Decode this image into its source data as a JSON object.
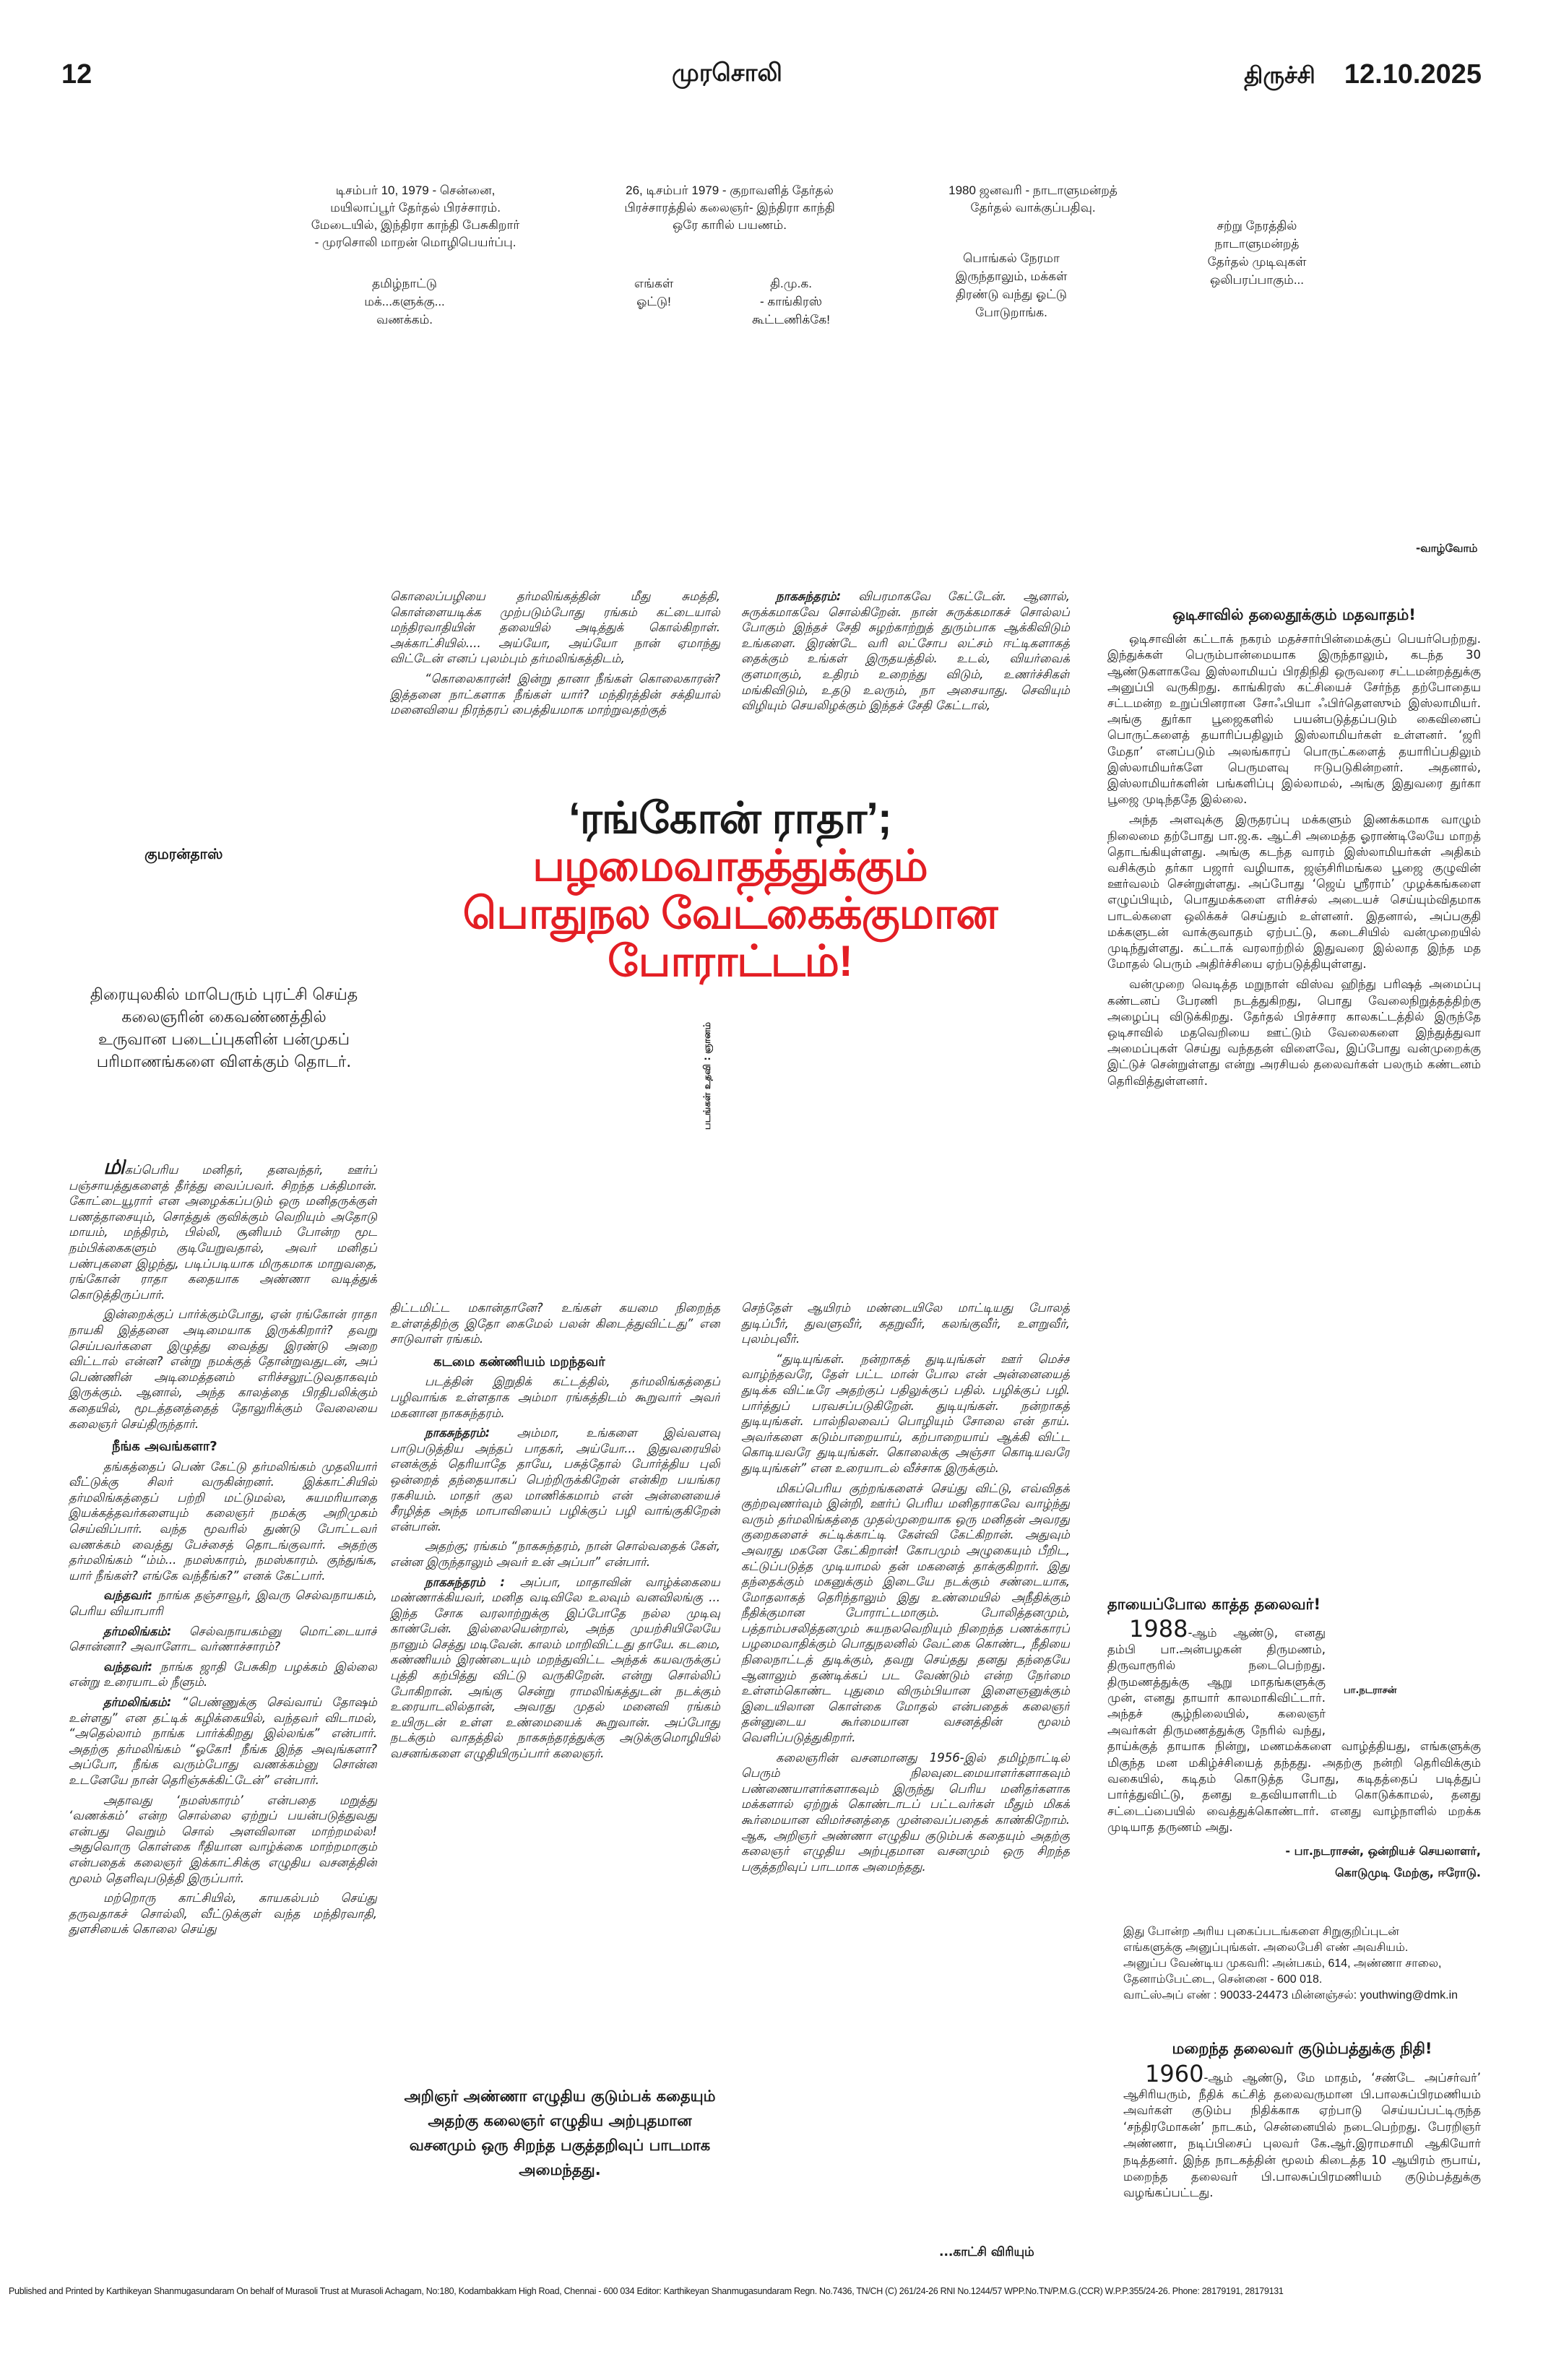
{
  "header": {
    "page_number": "12",
    "masthead": "முரசொலி",
    "edition": "திருச்சி",
    "date": "12.10.2025"
  },
  "photo_captions": [
    "டிசம்பர் 10, 1979 - சென்னை,\nமயிலாப்பூர் தேர்தல் பிரச்சாரம்.\nமேடையில், இந்திரா காந்தி பேசுகிறார்\n- முரசொலி மாறன் மொழிபெயர்ப்பு.",
    "26, டிசம்பர் 1979 - குறாவளித் தேர்தல்\nபிரச்சாரத்தில் கலைஞர்- இந்திரா காந்தி\nஒரே காரில் பயணம்.",
    "1980 ஜனவரி - நாடாளுமன்றத்\nதேர்தல் வாக்குப்பதிவு."
  ],
  "speech_bubbles": [
    "தமிழ்நாட்டு\nமக்...களுக்கு...\nவணக்கம்.",
    "எங்கள்\nஓட்டு!",
    "தி.மு.க.\n- காங்கிரஸ்\nகூட்டணிக்கே!",
    "பொங்கல் நேரமா\nஇருந்தாலும், மக்கள்\nதிரண்டு வந்து ஓட்டு\nபோடுறாங்க.",
    "சற்று நேரத்தில்\nநாடாளுமன்றத்\nதேர்தல் முடிவுகள்\nஒலிபரப்பாகும்..."
  ],
  "series_tag": "-வாழ்வோம்",
  "article": {
    "headline_black": "‘ரங்கோன் ராதா’;",
    "headline_red_1": "பழமைவாதத்துக்கும்",
    "headline_red_2": "பொதுநல வேட்கைக்குமான போராட்டம்!",
    "byline": "குமரன்தாஸ்",
    "photo_credit": "படங்கள் உதவி : ஞானம்",
    "intro_lines": [
      "திரையுலகில் மாபெரும் புரட்சி செய்த",
      "கலைஞரின் கைவண்ணத்தில்",
      "உருவான படைப்புகளின் பன்முகப்",
      "பரிமாணங்களை விளக்கும் தொடர்."
    ],
    "dropcap": "மி",
    "col1": [
      {
        "text": "கப்பெரிய மனிதர், தனவந்தர், ஊர்ப் பஞ்சாயத்துகளைத் தீர்த்து வைப்பவர். சிறந்த பக்திமான். கோட்டையூரார் என அழைக்கப்படும் ஒரு மனிதருக்குள் பணத்தாசையும், சொத்துக் குவிக்கும் வெறியும் அதோடு மாயம், மந்திரம், பில்லி, சூனியம் போன்ற மூட நம்பிக்கைகளும் குடியேறுவதால், அவர் மனிதப் பண்புகளை இழந்து, படிப்படியாக மிருகமாக மாறுவதை, ரங்கோன் ராதா கதையாக அண்ணா வடித்துக் கொடுத்திருப்பார்."
      },
      {
        "text": "இன்றைக்குப் பார்க்கும்போது, ஏன் ரங்கோன் ராதா நாயகி இத்தனை அடிமையாக இருக்கிறார்? தவறு செய்பவர்களை இழுத்து வைத்து இரண்டு அறை விட்டால் என்ன? என்று நமக்குத் தோன்றுவதுடன், அப் பெண்ணின் அடிமைத்தனம் எரிச்சலூட்டுவதாகவும் இருக்கும். ஆனால், அந்த காலத்தை பிரதிபலிக்கும் கதையில், மூடத்தனத்தைத் தோலுரிக்கும் வேலையை கலைஞர் செய்திருந்தார்."
      },
      {
        "subhead": "நீங்க அவங்களா?"
      },
      {
        "text": "தங்கத்தைப் பெண் கேட்டு தர்மலிங்கம் முதலியார் வீட்டுக்கு சிலர் வருகின்றனர். இக்காட்சியில் தர்மலிங்கத்தைப் பற்றி மட்டுமல்ல, சுயமரியாதை இயக்கத்தவர்களையும் கலைஞர் நமக்கு அறிமுகம் செய்விப்பார். வந்த மூவரில் துண்டு போட்டவர் வணக்கம் வைத்து பேச்சைத் தொடங்குவார். அதற்கு தர்மலிங்கம் “ம்ம்... நமஸ்காரம், நமஸ்காரம். குந்துங்க, யார் நீங்கள்? எங்கே வந்தீங்க?” எனக் கேட்பார்."
      },
      {
        "speaker": "வந்தவர்: ",
        "text": "நாங்க தஞ்சாவூர், இவரு செல்வநாயகம், பெரிய வியாபாரி"
      },
      {
        "speaker": "தர்மலிங்கம்: ",
        "text": "செல்வநாயகம்னு மொட்டையாச் சொன்னா? அவாளோட வர்ணாச்சாரம்?"
      },
      {
        "speaker": "வந்தவர்: ",
        "text": "நாங்க ஜாதி பேசுகிற பழக்கம் இல்லை என்று உரையாடல் நீளும்."
      },
      {
        "speaker": "தர்மலிங்கம்: ",
        "text": "“பெண்ணுக்கு செவ்வாய் தோஷம் உள்ளது” என தட்டிக் கழிக்கையில், வந்தவர் விடாமல், “அதெல்லாம் நாங்க பார்க்கிறது இல்லங்க” என்பார். அதற்கு தர்மலிங்கம் “ஓகோ! நீங்க இந்த அவுங்களா? அப்போ, நீங்க வரும்போது வணக்கம்னு சொன்ன உடனேயே நான் தெரிஞ்சுக்கிட்டேன்” என்பார்."
      },
      {
        "text": "அதாவது ‘நமஸ்காரம்’ என்பதை மறுத்து ‘வணக்கம்’ என்ற சொல்லை ஏற்றுப் பயன்படுத்துவது என்பது வெறும் சொல் அளவிலான மாற்றமல்ல! அதுவொரு கொள்கை ரீதியான வாழ்க்கை மாற்றமாகும் என்பதைக் கலைஞர் இக்காட்சிக்கு எழுதிய வசனத்தின் மூலம் தெளிவுபடுத்தி இருப்பார்."
      },
      {
        "text": "மற்றொரு காட்சியில், காயகல்பம் செய்து தருவதாகச் சொல்லி, வீட்டுக்குள் வந்த மந்திரவாதி, துளசியைக் கொலை செய்து"
      }
    ],
    "col2_top": [
      {
        "text": "கொலைப்பழியை தர்மலிங்கத்தின் மீது சுமத்தி, கொள்ளையடிக்க முற்படும்போது ரங்கம் கட்டையால் மந்திரவாதியின் தலையில் அடித்துக் கொல்கிறாள். அக்காட்சியில்.... அய்யோ, அய்யோ நான் ஏமாந்து விட்டேன் எனப் புலம்பும் தர்மலிங்கத்திடம்,",
        "noindent": true
      },
      {
        "text": "“கொலைகாரன்! இன்று தானா நீங்கள் கொலைகாரன்? இத்தனை நாட்களாக நீங்கள் யார்? மந்திரத்தின் சக்தியால் மனைவியை நிரந்தரப் பைத்தியமாக மாற்றுவதற்குத்"
      }
    ],
    "col3_top": [
      {
        "speaker": "நாகசுந்தரம்: ",
        "text": "விபரமாகவே கேட்டேன். ஆனால், சுருக்கமாகவே சொல்கிறேன். நான் சுருக்கமாகச் சொல்லப் போகும் இந்தச் சேதி சுழற்காற்றுத் துரும்பாக ஆக்கிவிடும் உங்களை. இரண்டே வரி லட்சோப லட்சம் ஈட்டிகளாகத் தைக்கும் உங்கள் இருதயத்தில். உடல், வியர்வைக் குளமாகும், உதிரம் உறைந்து விடும், உணர்ச்சிகள் மங்கிவிடும், உதடு உலரும், நா அசையாது. செவியும் விழியும் செயலிழக்கும் இந்தச் சேதி கேட்டால்,"
      }
    ],
    "col2": [
      {
        "text": "திட்டமிட்ட மகான்தானே? உங்கள் கயமை நிறைந்த உள்ளத்திற்கு இதோ கைமேல் பலன் கிடைத்துவிட்டது” என சாடுவாள் ரங்கம்.",
        "noindent": true
      },
      {
        "subhead": "கடமை கண்ணியம் மறந்தவர்"
      },
      {
        "text": "படத்தின் இறுதிக் கட்டத்தில், தர்மலிங்கத்தைப் பழிவாங்க உள்ளதாக அம்மா ரங்கத்திடம் கூறுவார் அவர் மகனான நாகசுந்தரம்."
      },
      {
        "speaker": "நாகசுந்தரம்: ",
        "text": "அம்மா, உங்களை இவ்வளவு பாடுபடுத்திய அந்தப் பாதகர், அய்யோ... இதுவரையில் எனக்குத் தெரியாதே தாயே, பசுத்தோல் போர்த்திய புலி ஒன்றைத் தந்தையாகப் பெற்றிருக்கிறேன் என்கிற பயங்கர ரகசியம். மாதர் குல மாணிக்கமாம் என் அன்னையைச் சீரழித்த அந்த மாபாவியைப் பழிக்குப் பழி வாங்குகிறேன் என்பான்."
      },
      {
        "text": "அதற்கு; ரங்கம் “நாகசுந்தரம், நான் சொல்வதைக் கேள், என்ன இருந்தாலும் அவர் உன் அப்பா” என்பார்."
      },
      {
        "speaker": "நாகசுந்தரம் : ",
        "text": "அப்பா, மாதாவின் வாழ்க்கையை மண்ணாக்கியவர், மனித வடிவிலே உலவும் வனவிலங்கு ... இந்த சோக வரலாற்றுக்கு இப்போதே நல்ல முடிவு காண்பேன். இல்லையென்றால், அந்த முயற்சியிலேயே நானும் செத்து மடிவேன். காலம் மாறிவிட்டது தாயே. கடமை, கண்ணியம் இரண்டையும் மறந்துவிட்ட அந்தக் கயவருக்குப் புத்தி கற்பித்து விட்டு வருகிறேன். என்று சொல்லிப் போகிறான். அங்கு சென்று ராமலிங்கத்துடன் நடக்கும் உரையாடலில்தான், அவரது முதல் மனைவி ரங்கம் உயிருடன் உள்ள உண்மையைக் கூறுவான். அப்போது நடக்கும் வாதத்தில் நாகசுந்தரத்துக்கு அடுக்குமொழியில் வசனங்களை எழுதியிருப்பார் கலைஞர்."
      }
    ],
    "pull_quote": "அறிஞர் அண்ணா எழுதிய குடும்பக் கதையும் அதற்கு கலைஞர் எழுதிய அற்புதமான வசனமும் ஒரு சிறந்த பகுத்தறிவுப் பாடமாக அமைந்தது.",
    "col3": [
      {
        "text": "செந்தேள் ஆயிரம் மண்டையிலே மாட்டியது போலத் துடிப்பீர், துவளுவீர், கதறுவீர், கலங்குவீர், உளறுவீர், புலம்புவீர்.",
        "noindent": true
      },
      {
        "text": "“துடியுங்கள். நன்றாகத் துடியுங்கள் ஊர் மெச்ச வாழ்ந்தவரே, தேள் பட்ட மான் போல என் அன்னையைத் துடிக்க விட்டீரே அதற்குப் பதிலுக்குப் பதில். பழிக்குப் பழி. பார்த்துப் பரவசப்படுகிறேன். துடியுங்கள். நன்றாகத் துடியுங்கள். பால்நிலவைப் பொழியும் சோலை என் தாய். அவர்களை கடும்பாறையாய், கற்பாறையாய் ஆக்கி விட்ட கொடியவரே துடியுங்கள். கொலைக்கு அஞ்சா கொடியவரே துடியுங்கள்” என உரையாடல் வீச்சாக இருக்கும்."
      },
      {
        "text": "மிகப்பெரிய குற்றங்களைச் செய்து விட்டு, எவ்விதக் குற்றவுணர்வும் இன்றி, ஊர்ப் பெரிய மனிதராகவே வாழ்ந்து வரும் தர்மலிங்கத்தை முதல்முறையாக ஒரு மனிதன் அவரது குறைகளைச் சுட்டிக்காட்டி கேள்வி கேட்கிறான். அதுவும் அவரது மகனே கேட்கிறான்! கோபமும் அழுகையும் பீறிட, கட்டுப்படுத்த முடியாமல் தன் மகனைத் தாக்குகிறார். இது தந்தைக்கும் மகனுக்கும் இடையே நடக்கும் சண்டையாக, மோதலாகத் தெரிந்தாலும் இது உண்மையில் அநீதிக்கும் நீதிக்குமான போராட்டமாகும். போலித்தனமும், பத்தாம்பசலித்தனமும் சுயநலவெறியும் நிறைந்த பணக்காரப் பழமைவாதிக்கும் பொதுநலனில் வேட்கை கொண்ட, நீதியை நிலைநாட்டத் துடிக்கும், தவறு செய்தது தனது தந்தையே ஆனாலும் தண்டிக்கப் பட வேண்டும் என்ற நேர்மை உள்ளம்கொண்ட புதுமை விரும்பியான இளைஞனுக்கும் இடையிலான கொள்கை மோதல் என்பதைக் கலைஞர் தன்னுடைய கூர்மையான வசனத்தின் மூலம் வெளிப்படுத்துகிறார்."
      },
      {
        "text": "கலைஞரின் வசனமானது 1956-இல் தமிழ்நாட்டில் பெரும் நிலவுடைமையாளர்களாகவும் பண்ணையாளர்களாகவும் இருந்து பெரிய மனிதர்களாக மக்களால் ஏற்றுக் கொண்டாடப் பட்டவர்கள் மீதும் மிகக் கூர்மையான விமர்சனத்தை முன்வைப்பதைக் காண்கிறோம். ஆக, அறிஞர் அண்ணா எழுதிய குடும்பக் கதையும் அதற்கு கலைஞர் எழுதிய அற்புதமான வசனமும் ஒரு சிறந்த பகுத்தறிவுப் பாடமாக அமைந்தது."
      }
    ],
    "continued": "...காட்சி விரியும்"
  },
  "sidebar": {
    "odisha": {
      "title": "ஒடிசாவில் தலைதூக்கும் மதவாதம்!",
      "paragraphs": [
        {
          "text": "ஒடிசாவின் கட்டாக் நகரம் மதச்சார்பின்மைக்குப் பெயர்பெற்றது. இந்துக்கள் பெரும்பான்மையாக இருந்தாலும், கடந்த 30 ஆண்டுகளாகவே இஸ்லாமியப் பிரதிநிதி ஒருவரை சட்டமன்றத்துக்கு அனுப்பி வருகிறது. காங்கிரஸ் கட்சியைச் சேர்ந்த தற்போதைய சட்டமன்ற உறுப்பினரான சோஃபியா ஃபிர்தௌஸும் இஸ்லாமியர். அங்கு துர்கா பூஜைகளில் பயன்படுத்தப்படும் கைவினைப் பொருட்களைத் தயாரிப்பதிலும் இஸ்லாமியர்கள் உள்ளனர். ‘ஜரி மேதா’ எனப்படும் அலங்காரப் பொருட்களைத் தயாரிப்பதிலும் இஸ்லாமியர்களே பெருமளவு ஈடுபடுகின்றனர். அதனால், இஸ்லாமியர்களின் பங்களிப்பு இல்லாமல், அங்கு இதுவரை துர்கா பூஜை முடிந்ததே இல்லை."
        },
        {
          "text": "அந்த அளவுக்கு இருதரப்பு மக்களும் இணக்கமாக வாழும் நிலைமை தற்போது பா.ஜ.க. ஆட்சி அமைத்த ஓராண்டிலேயே மாறத் தொடங்கியுள்ளது. அங்கு கடந்த வாரம் இஸ்லாமியர்கள் அதிகம் வசிக்கும் தர்கா பஜார் வழியாக, ஜஞ்சிரிமங்கல பூஜை குழுவின் ஊர்வலம் சென்றுள்ளது. அப்போது ‘ஜெய் ஸ்ரீராம்’ முழக்கங்களை எழுப்பியும், பொதுமக்களை எரிச்சல் அடையச் செய்யும்விதமாக பாடல்களை ஒலிக்கச் செய்தும் உள்ளனர். இதனால், அப்பகுதி மக்களுடன் வாக்குவாதம் ஏற்பட்டு, கடைசியில் வன்முறையில் முடிந்துள்ளது. கட்டாக் வரலாற்றில் இதுவரை இல்லாத இந்த மத மோதல் பெரும் அதிர்ச்சியை ஏற்படுத்தியுள்ளது."
        },
        {
          "text": "வன்முறை வெடித்த மறுநாள் விஸ்வ ஹிந்து பரிஷத் அமைப்பு கண்டனப் பேரணி நடத்துகிறது, பொது வேலைநிறுத்தத்திற்கு அழைப்பு விடுக்கிறது. தேர்தல் பிரச்சார காலகட்டத்தில் இருந்தே ஒடிசாவில் மதவெறியை ஊட்டும் வேலைகளை இந்துத்துவா அமைப்புகள் செய்து வந்ததன் விளைவே, இப்போது வன்முறைக்கு இட்டுச் சென்றுள்ளது என்று அரசியல் தலைவர்கள் பலரும் கண்டனம் தெரிவித்துள்ளனர்."
        }
      ]
    },
    "mother": {
      "title": "தாயைப்போல காத்த தலைவர்!",
      "lead": "1988",
      "text": "-ஆம் ஆண்டு, எனது தம்பி பா.அன்பழகன் திருமணம், திருவாரூரில் நடைபெற்றது. திருமணத்துக்கு ஆறு மாதங்களுக்கு முன், எனது தாயார் காலமாகிவிட்டார். அந்தச் சூழ்நிலையில், கலைஞர் அவர்கள் திருமணத்துக்கு நேரில் வந்து, தாய்க்குத் தாயாக நின்று, மணமக்களை வாழ்த்தியது, எங்களுக்கு மிகுந்த மன மகிழ்ச்சியைத் தந்தது. அதற்கு நன்றி தெரிவிக்கும் வகையில், கடிதம் கொடுத்த போது, கடிதத்தைப் படித்துப் பார்த்துவிட்டு, தனது உதவியாளரிடம் கொடுக்காமல், தனது சட்டைப்பையில் வைத்துக்கொண்டார். எனது வாழ்நாளில் மறக்க முடியாத தருணம் அது.",
      "photo_caption": "பா.நடராசன்",
      "attribution_1": "- பா.நடராசன், ஒன்றியச் செயலாளர்,",
      "attribution_2": "கொடுமுடி மேற்கு, ஈரோடு."
    },
    "notice_lines": [
      "இது போன்ற அரிய புகைப்படங்களை சிறுகுறிப்புடன்",
      "எங்களுக்கு அனுப்புங்கள். அலைபேசி எண் அவசியம்.",
      "அனுப்ப வேண்டிய முகவரி: அன்பகம், 614, அண்ணா சாலை,",
      "தேனாம்பேட்டை, சென்னை - 600 018.",
      "வாட்ஸ்அப் எண் : 90033-24473 மின்னஞ்சல்: youthwing@dmk.in"
    ],
    "fund": {
      "title": "மறைந்த தலைவர் குடும்பத்துக்கு நிதி!",
      "lead": "1960",
      "text": "-ஆம் ஆண்டு, மே மாதம், ‘சண்டே அப்சர்வர்’ ஆசிரியரும், நீதிக் கட்சித் தலைவருமான பி.பாலசுப்பிரமணியம் அவர்கள் குடும்ப நிதிக்காக ஏற்பாடு செய்யப்பட்டிருந்த ‘சந்திரமோகன்’ நாடகம், சென்னையில் நடைபெற்றது. பேரறிஞர் அண்ணா, நடிப்பிசைப் புலவர் கே.ஆர்.இராமசாமி ஆகியோர் நடித்தனர். இந்த நாடகத்தின் மூலம் கிடைத்த 10 ஆயிரம் ரூபாய், மறைந்த தலைவர் பி.பாலசுப்பிரமணியம் குடும்பத்துக்கு வழங்கப்பட்டது."
    }
  },
  "footer": "Published and Printed by Karthikeyan Shanmugasundaram On behalf of Murasoli Trust at Murasoli Achagam, No:180, Kodambakkam High Road, Chennai - 600 034 Editor: Karthikeyan Shanmugasundaram Regn. No.7436, TN/CH (C) 261/24-26 RNI No.1244/57 WPP.No.TN/P.M.G.(CCR) W.P.P.355/24-26. Phone: 28179191, 28179131",
  "colors": {
    "headline_red": "#e31e24",
    "text": "#1a1a1a"
  }
}
